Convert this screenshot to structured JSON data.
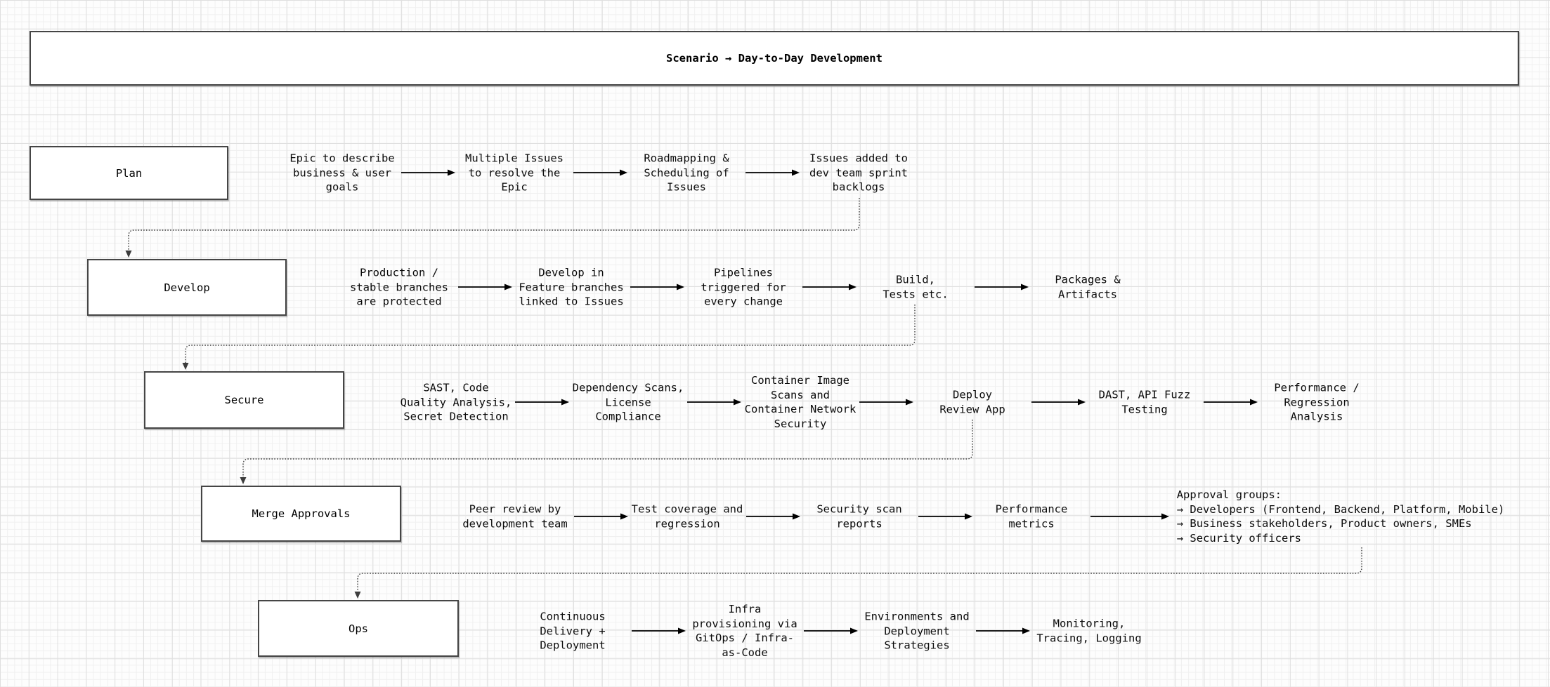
{
  "title": "Scenario → Day-to-Day Development",
  "colors": {
    "background": "#fdfdfd",
    "grid_minor": "#f0f0f0",
    "grid_major": "#dfdfdf",
    "box_fill": "#ffffff",
    "box_border": "#454545",
    "text": "#0b0b0b",
    "arrow": "#000000",
    "connector": "#3c3c3c"
  },
  "diagram": {
    "rows": [
      {
        "box": "Plan",
        "nodes": [
          {
            "text": "Epic to describe\nbusiness & user\ngoals"
          },
          {
            "text": "Multiple Issues\nto resolve the\nEpic"
          },
          {
            "text": "Roadmapping &\nScheduling of\nIssues"
          },
          {
            "text": "Issues added to\ndev team sprint\nbacklogs"
          }
        ]
      },
      {
        "box": "Develop",
        "nodes": [
          {
            "text": "Production /\nstable branches\nare protected"
          },
          {
            "text": "Develop in\nFeature branches\nlinked to Issues"
          },
          {
            "text": "Pipelines\ntriggered for\nevery change"
          },
          {
            "text": "Build,\nTests etc."
          },
          {
            "text": "Packages &\nArtifacts"
          }
        ]
      },
      {
        "box": "Secure",
        "nodes": [
          {
            "text": "SAST, Code\nQuality Analysis,\nSecret Detection"
          },
          {
            "text": "Dependency Scans,\nLicense\nCompliance"
          },
          {
            "text": "Container Image\nScans and\nContainer Network\nSecurity"
          },
          {
            "text": "Deploy\nReview App"
          },
          {
            "text": "DAST, API Fuzz\nTesting"
          },
          {
            "text": "Performance /\nRegression\nAnalysis"
          }
        ]
      },
      {
        "box": "Merge Approvals",
        "nodes": [
          {
            "text": "Peer review by\ndevelopment team"
          },
          {
            "text": "Test coverage and\nregression"
          },
          {
            "text": "Security scan\nreports"
          },
          {
            "text": "Performance\nmetrics"
          },
          {
            "text": "Approval groups:\n→ Developers (Frontend, Backend, Platform, Mobile)\n→ Business stakeholders, Product owners, SMEs\n→ Security officers",
            "align": "left"
          }
        ]
      },
      {
        "box": "Ops",
        "nodes": [
          {
            "text": "Continuous\nDelivery +\nDeployment",
            "align": "left"
          },
          {
            "text": "Infra\nprovisioning via\nGitOps / Infra-\nas-Code"
          },
          {
            "text": "Environments and\nDeployment\nStrategies"
          },
          {
            "text": "Monitoring,\nTracing, Logging"
          }
        ]
      }
    ]
  }
}
